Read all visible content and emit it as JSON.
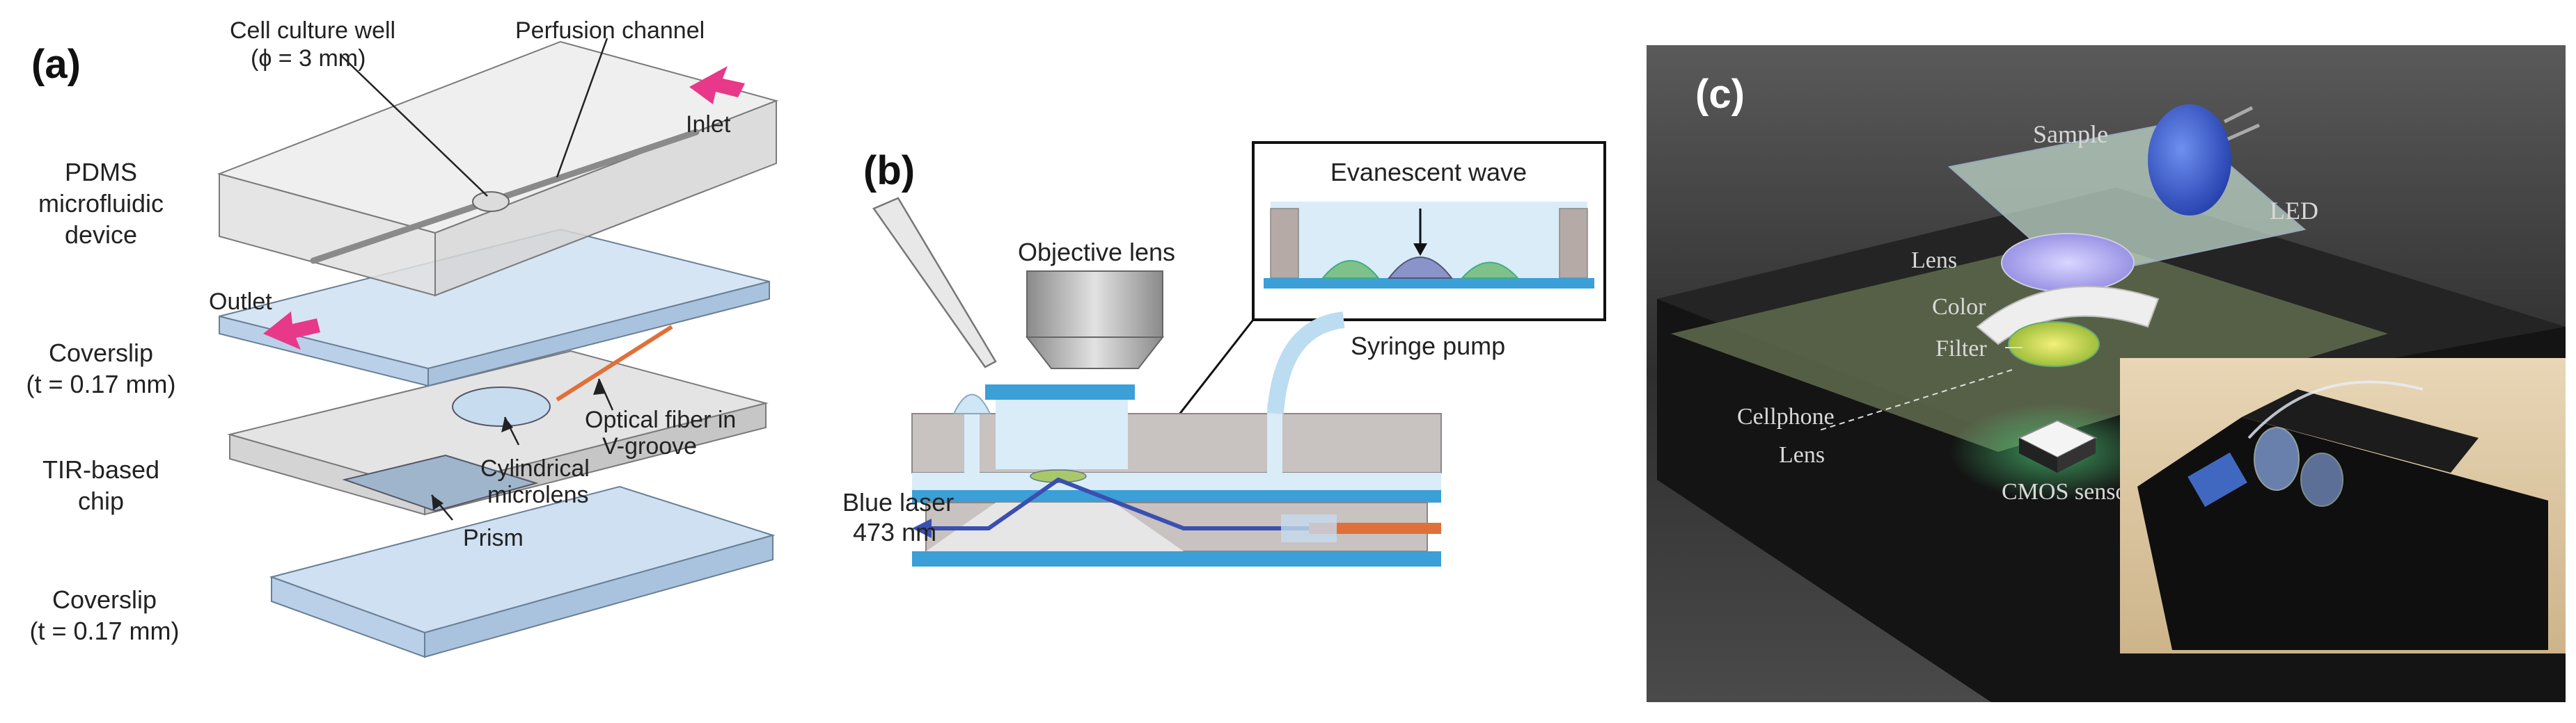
{
  "panel_a": {
    "tag": "(a)",
    "cell_culture_well": "Cell culture well",
    "well_diameter": "(ϕ = 3 mm)",
    "perfusion_channel": "Perfusion channel",
    "inlet": "Inlet",
    "outlet": "Outlet",
    "pdms_line1": "PDMS",
    "pdms_line2": "microfluidic",
    "pdms_line3": "device",
    "coverslip_top_line1": "Coverslip",
    "coverslip_top_line2": "(t = 0.17 mm)",
    "optical_fiber_line1": "Optical fiber in",
    "optical_fiber_line2": "V-groove",
    "tir_line1": "TIR-based",
    "tir_line2": "chip",
    "cyl_line1": "Cylindrical",
    "cyl_line2": "microlens",
    "prism": "Prism",
    "coverslip_bot_line1": "Coverslip",
    "coverslip_bot_line2": "(t = 0.17 mm)"
  },
  "panel_b": {
    "tag": "(b)",
    "evanescent_wave": "Evanescent wave",
    "objective_lens": "Objective lens",
    "syringe_pump": "Syringe pump",
    "blue_laser_line1": "Blue laser",
    "blue_laser_line2": "473 nm"
  },
  "panel_c": {
    "tag": "(c)",
    "sample": "Sample",
    "led": "LED",
    "lens": "Lens",
    "color_line1": "Color",
    "color_line2": "Filter",
    "cellphone_line1": "Cellphone",
    "cellphone_line2": "Lens",
    "cmos": "CMOS sensor"
  },
  "colors": {
    "pink_arrow": "#e8388a",
    "glass_blue": "#cfe0f2",
    "pdms_gray": "#e4e4e4",
    "laser_blue": "#3a4fb0",
    "fiber_orange": "#e0703a",
    "photo_dark": "#1e1e1e"
  }
}
